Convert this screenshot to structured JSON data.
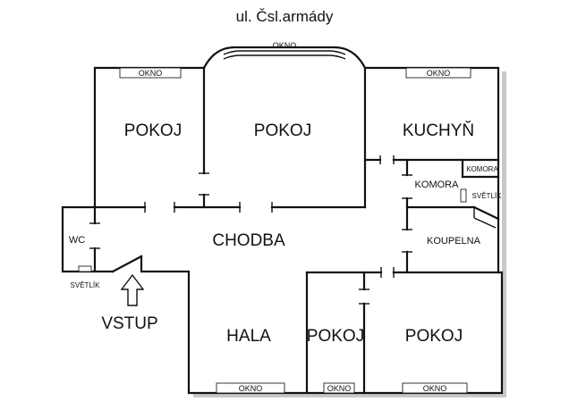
{
  "title": "ul. Čsl.armády",
  "rooms": {
    "pokoj_left": "POKOJ",
    "pokoj_center": "POKOJ",
    "kuchyn": "KUCHYŇ",
    "komora": "KOMORA",
    "komora_small": "KOMORA",
    "svetlik_right": "SVĚTLÍK",
    "koupelna": "KOUPELNA",
    "chodba": "CHODBA",
    "wc": "WC",
    "svetlik_left": "SVĚTLÍK",
    "vstup": "VSTUP",
    "hala": "HALA",
    "pokoj_small": "POKOJ",
    "pokoj_right": "POKOJ"
  },
  "windows": {
    "top_left": "OKNO",
    "top_bay": "OKNO",
    "top_right": "OKNO",
    "bottom_hala": "OKNO",
    "bottom_small": "OKNO",
    "bottom_right": "OKNO"
  }
}
